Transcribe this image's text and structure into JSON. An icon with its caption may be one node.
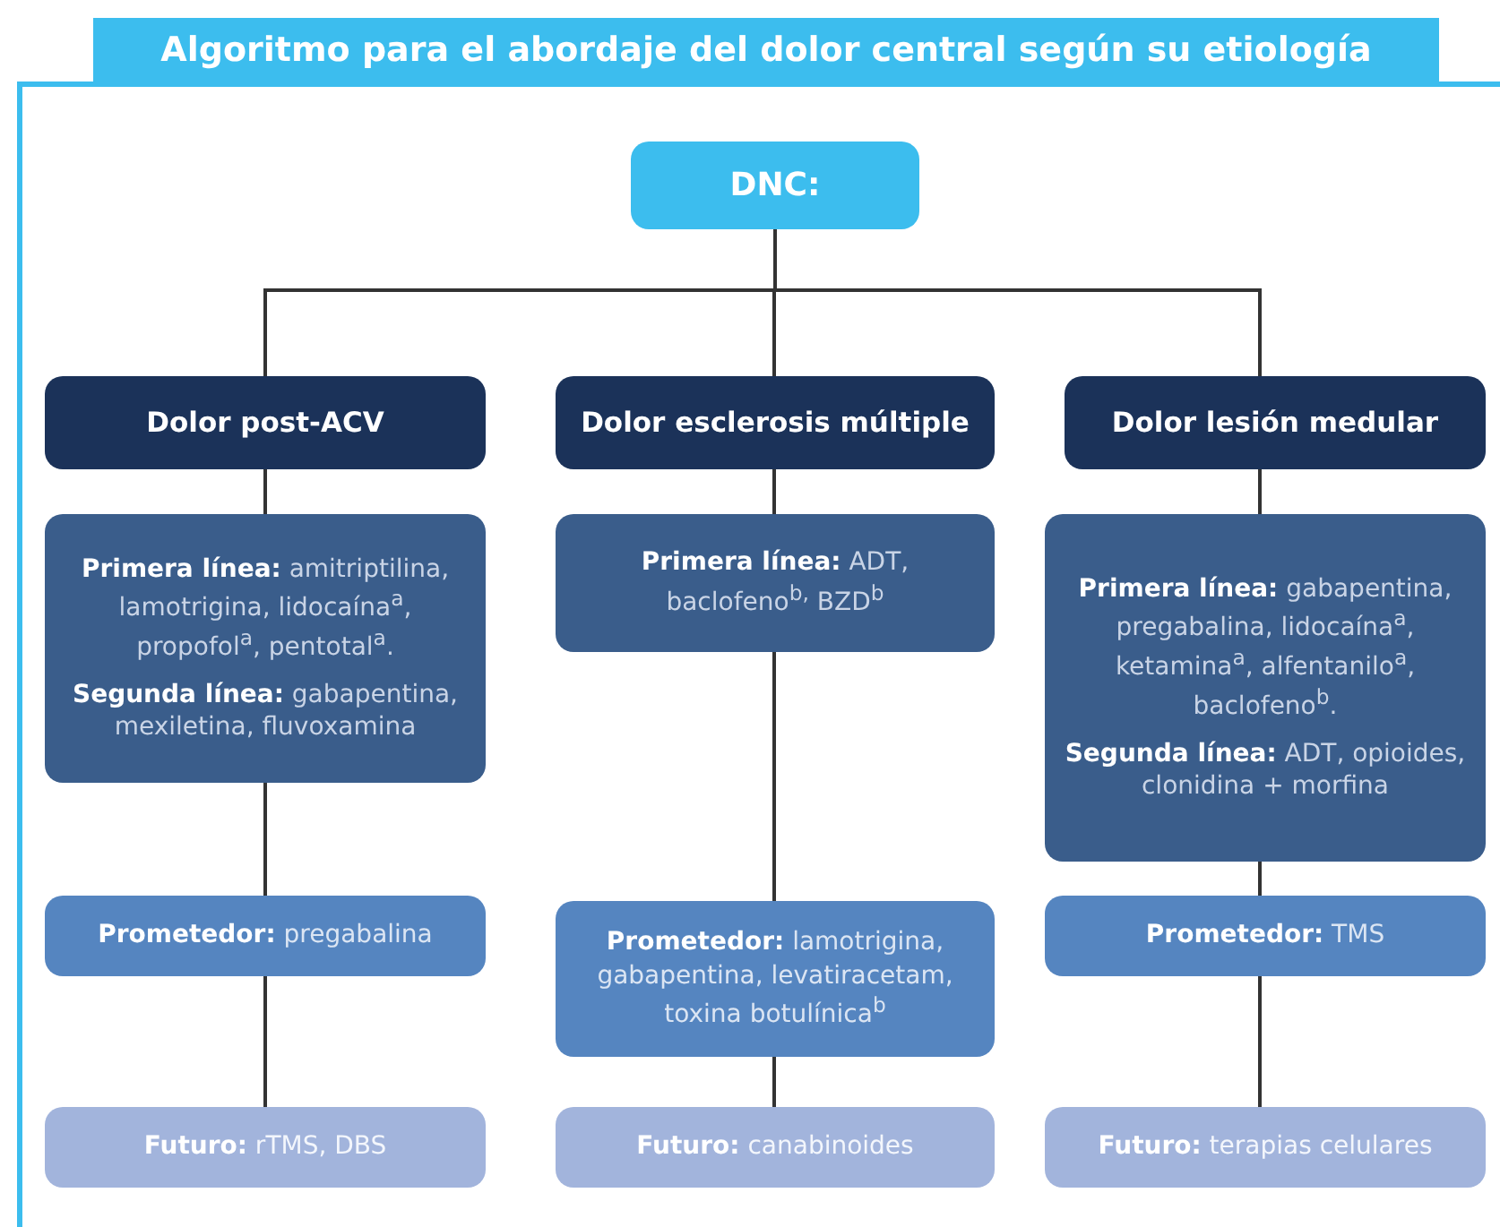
{
  "diagram": {
    "title": "Algoritmo para el abordaje del dolor central según su etiología",
    "nodes": [
      {
        "text": [
          "DNC:"
        ]
      },
      {
        "text": [
          "Dolor post-ACV"
        ]
      },
      {
        "text": [
          "Dolor esclerosis múltiple"
        ]
      },
      {
        "text": [
          "Dolor lesión medular"
        ]
      },
      {
        "text": [
          "**Primera línea:** amitriptilina, lamotrigina, lidocaína$^{a}$, propofol$^{a}$, pentotal$^{a}$.",
          "**Segunda línea:** gabapentina, mexiletina, fluvoxamina"
        ]
      },
      {
        "text": [
          "**Primera línea:** ADT, baclofeno$^{b,}$ BZD$^{b}$"
        ]
      },
      {
        "text": [
          "**Primera línea:** gabapentina, pregabalina, lidocaína$^{a}$, ketamina$^{a}$, alfentanilo$^{a}$, baclofeno$^{b}$.",
          "**Segunda línea:** ADT, opioides, clonidina + morfina"
        ]
      },
      {
        "text": [
          "**Prometedor:** pregabalina"
        ]
      },
      {
        "text": [
          "**Prometedor:** lamotrigina, gabapentina, levatiracetam, toxina botulínica$^{b}$"
        ]
      },
      {
        "text": [
          "**Prometedor:** TMS"
        ]
      },
      {
        "text": [
          "**Futuro:** rTMS, DBS"
        ]
      },
      {
        "text": [
          "**Futuro:** canabinoides"
        ]
      },
      {
        "text": [
          "**Futuro:** terapias celulares"
        ]
      }
    ],
    "edges": [
      {
        "from": 0,
        "to": 1,
        "arrow": "none"
      },
      {
        "from": 0,
        "to": 2,
        "arrow": "none"
      },
      {
        "from": 0,
        "to": 3,
        "arrow": "none"
      },
      {
        "from": 1,
        "to": 4,
        "arrow": "none"
      },
      {
        "from": 2,
        "to": 5,
        "arrow": "none"
      },
      {
        "from": 3,
        "to": 6,
        "arrow": "none"
      },
      {
        "from": 4,
        "to": 7,
        "arrow": "none"
      },
      {
        "from": 5,
        "to": 8,
        "arrow": "none"
      },
      {
        "from": 6,
        "to": 9,
        "arrow": "none"
      },
      {
        "from": 7,
        "to": 10,
        "arrow": "none"
      },
      {
        "from": 8,
        "to": 11,
        "arrow": "none"
      },
      {
        "from": 9,
        "to": 12,
        "arrow": "none"
      }
    ]
  }
}
